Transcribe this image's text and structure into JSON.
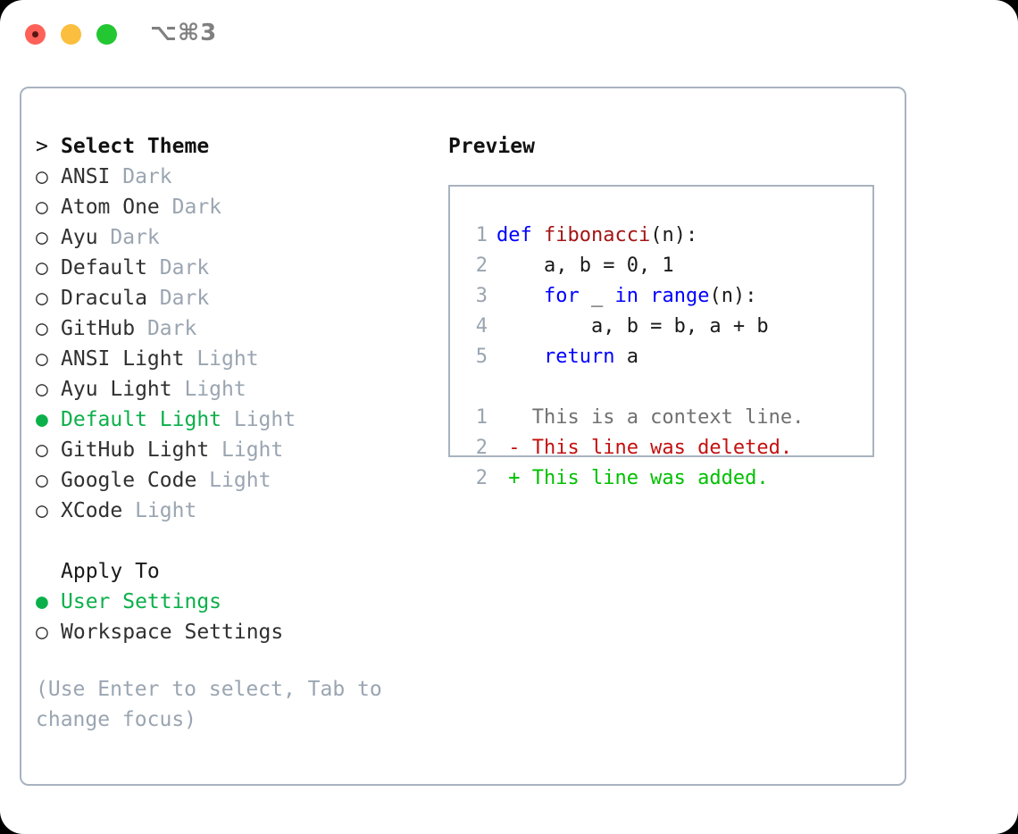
{
  "window": {
    "shortcut_label": "⌥⌘3",
    "traffic_lights": [
      {
        "name": "close",
        "color": "#ff6159"
      },
      {
        "name": "minimize",
        "color": "#fbbe3e"
      },
      {
        "name": "maximize",
        "color": "#23c732"
      }
    ]
  },
  "colors": {
    "accent_selected": "#0bb04a",
    "muted_text": "#9aa5b1",
    "border": "#a8b3c0",
    "keyword": "#0000ff",
    "function": "#a31515",
    "diff_deleted": "#c41010",
    "diff_added": "#00c000"
  },
  "theme_list": {
    "header_marker": ">",
    "header_label": "Select Theme",
    "marker_unselected": "○",
    "marker_selected": "●",
    "items": [
      {
        "name": "ANSI",
        "category": "Dark",
        "selected": false
      },
      {
        "name": "Atom One",
        "category": "Dark",
        "selected": false
      },
      {
        "name": "Ayu",
        "category": "Dark",
        "selected": false
      },
      {
        "name": "Default",
        "category": "Dark",
        "selected": false
      },
      {
        "name": "Dracula",
        "category": "Dark",
        "selected": false
      },
      {
        "name": "GitHub",
        "category": "Dark",
        "selected": false
      },
      {
        "name": "ANSI Light",
        "category": "Light",
        "selected": false
      },
      {
        "name": "Ayu Light",
        "category": "Light",
        "selected": false
      },
      {
        "name": "Default Light",
        "category": "Light",
        "selected": true
      },
      {
        "name": "GitHub Light",
        "category": "Light",
        "selected": false
      },
      {
        "name": "Google Code",
        "category": "Light",
        "selected": false
      },
      {
        "name": "XCode",
        "category": "Light",
        "selected": false
      }
    ]
  },
  "apply_to": {
    "header_label": "Apply To",
    "items": [
      {
        "name": "User Settings",
        "selected": true
      },
      {
        "name": "Workspace Settings",
        "selected": false
      }
    ]
  },
  "hint": {
    "line1": "(Use Enter to select, Tab to",
    "line2": "change focus)"
  },
  "preview": {
    "title": "Preview",
    "code_lines": [
      {
        "no": "1",
        "tokens": [
          {
            "t": "def ",
            "c": "kw"
          },
          {
            "t": "fibonacci",
            "c": "fn"
          },
          {
            "t": "(n):",
            "c": ""
          }
        ]
      },
      {
        "no": "2",
        "tokens": [
          {
            "t": "    a, b = 0, 1",
            "c": ""
          }
        ]
      },
      {
        "no": "3",
        "tokens": [
          {
            "t": "    ",
            "c": ""
          },
          {
            "t": "for",
            "c": "kw"
          },
          {
            "t": " _ ",
            "c": ""
          },
          {
            "t": "in range",
            "c": "kw"
          },
          {
            "t": "(n):",
            "c": ""
          }
        ]
      },
      {
        "no": "4",
        "tokens": [
          {
            "t": "        a, b = b, a + b",
            "c": ""
          }
        ]
      },
      {
        "no": "5",
        "tokens": [
          {
            "t": "    ",
            "c": ""
          },
          {
            "t": "return",
            "c": "kw"
          },
          {
            "t": " a",
            "c": ""
          }
        ]
      }
    ],
    "diff_lines": [
      {
        "no": "1",
        "sign": " ",
        "text": "This is a context line.",
        "cls": "ctx"
      },
      {
        "no": "2",
        "sign": "-",
        "text": "This line was deleted.",
        "cls": "del"
      },
      {
        "no": "2",
        "sign": "+",
        "text": "This line was added.",
        "cls": "add"
      }
    ]
  }
}
